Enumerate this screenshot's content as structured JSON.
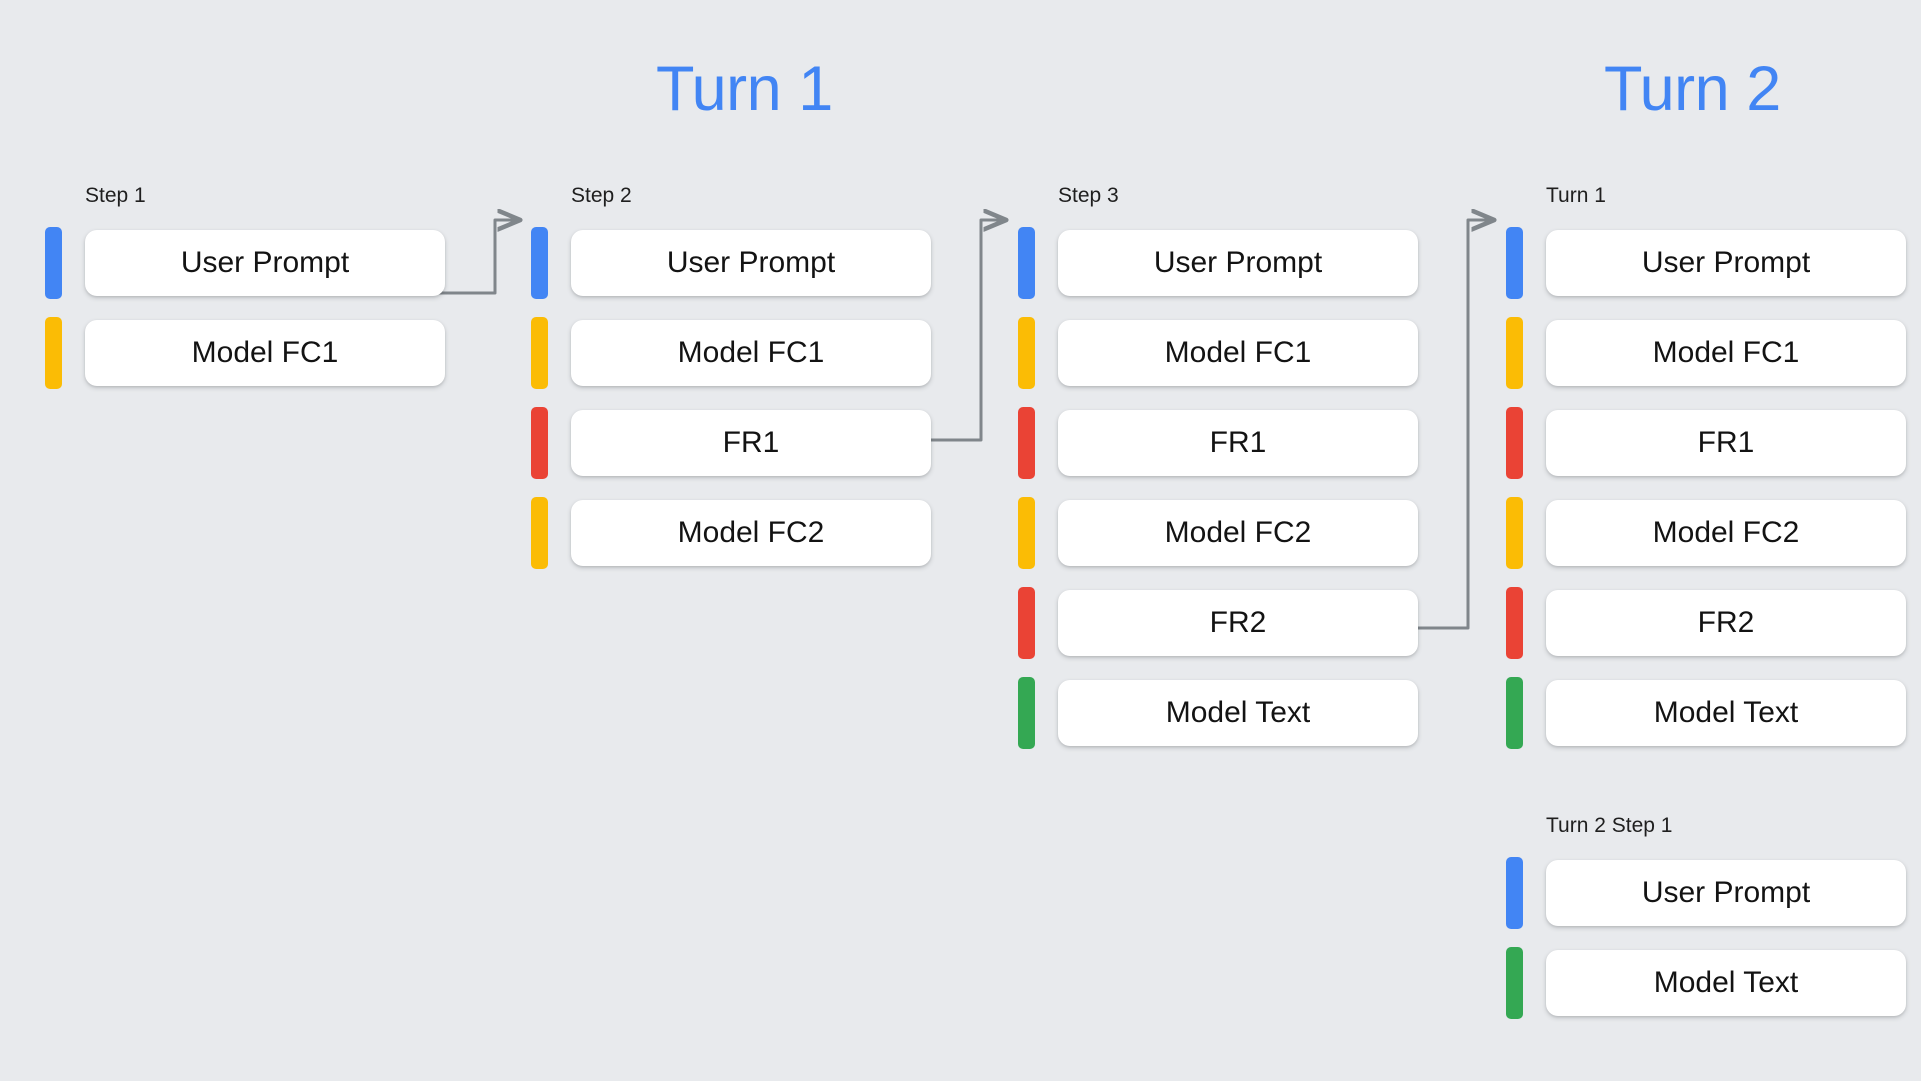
{
  "background_color": "#e8eaed",
  "palette": {
    "blue": "#4285f4",
    "yellow": "#fbbc05",
    "red": "#ea4335",
    "green": "#34a853",
    "card": "#ffffff",
    "text": "#131313",
    "heading": "#4285f4",
    "connector": "#80868b"
  },
  "headings": [
    {
      "id": "turn-1",
      "label": "Turn 1"
    },
    {
      "id": "turn-2",
      "label": "Turn 2"
    }
  ],
  "columns": [
    {
      "id": "step-1",
      "label": "Step 1",
      "rows": [
        {
          "label": "User Prompt",
          "color": "blue"
        },
        {
          "label": "Model FC1",
          "color": "yellow"
        }
      ]
    },
    {
      "id": "step-2",
      "label": "Step 2",
      "rows": [
        {
          "label": "User Prompt",
          "color": "blue"
        },
        {
          "label": "Model FC1",
          "color": "yellow"
        },
        {
          "label": "FR1",
          "color": "red"
        },
        {
          "label": "Model FC2",
          "color": "yellow"
        }
      ]
    },
    {
      "id": "step-3",
      "label": "Step 3",
      "rows": [
        {
          "label": "User Prompt",
          "color": "blue"
        },
        {
          "label": "Model FC1",
          "color": "yellow"
        },
        {
          "label": "FR1",
          "color": "red"
        },
        {
          "label": "Model FC2",
          "color": "yellow"
        },
        {
          "label": "FR2",
          "color": "red"
        },
        {
          "label": "Model Text",
          "color": "green"
        }
      ]
    },
    {
      "id": "turn-1-in-turn-2",
      "label": "Turn 1",
      "rows": [
        {
          "label": "User Prompt",
          "color": "blue"
        },
        {
          "label": "Model FC1",
          "color": "yellow"
        },
        {
          "label": "FR1",
          "color": "red"
        },
        {
          "label": "Model FC2",
          "color": "yellow"
        },
        {
          "label": "FR2",
          "color": "red"
        },
        {
          "label": "Model Text",
          "color": "green"
        }
      ]
    },
    {
      "id": "turn-2-step-1",
      "label": "Turn 2 Step 1",
      "rows": [
        {
          "label": "User Prompt",
          "color": "blue"
        },
        {
          "label": "Model Text",
          "color": "green"
        }
      ]
    }
  ],
  "connectors": [
    {
      "id": "arrow-step1-to-step2",
      "from": "step-1.Model FC1",
      "to": "step-2.User Prompt"
    },
    {
      "id": "arrow-step2-to-step3",
      "from": "step-2.Model FC2",
      "to": "step-3.User Prompt"
    },
    {
      "id": "arrow-step3-to-turn2",
      "from": "step-3.FR2",
      "to": "turn-1-in-turn-2.User Prompt"
    }
  ]
}
